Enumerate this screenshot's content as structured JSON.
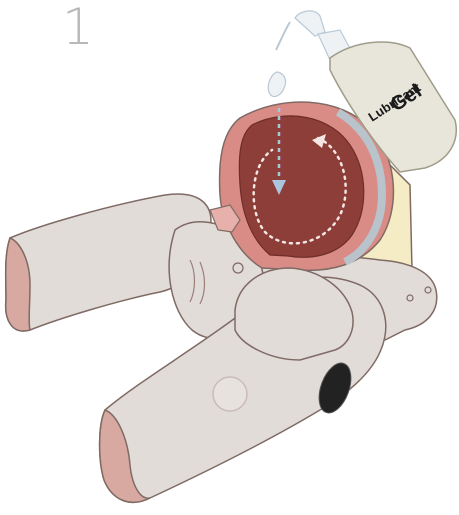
{
  "step": {
    "number": "1"
  },
  "bottle": {
    "label_line1": "Lubricant",
    "label_line2": "Gel"
  },
  "icons": [
    "lubricant-bottle-icon",
    "gel-drop-icon",
    "rotation-arrow-icon",
    "pour-arrow-icon"
  ],
  "colors": {
    "skin": "#e2dcd9",
    "skin_outline": "#7f6a64",
    "cavity": "#8e3e38",
    "cavity_rim": "#d98c86",
    "backing": "#f5ebc4",
    "bottle": "#e8e6da",
    "arrow": "#a9c6dd"
  }
}
